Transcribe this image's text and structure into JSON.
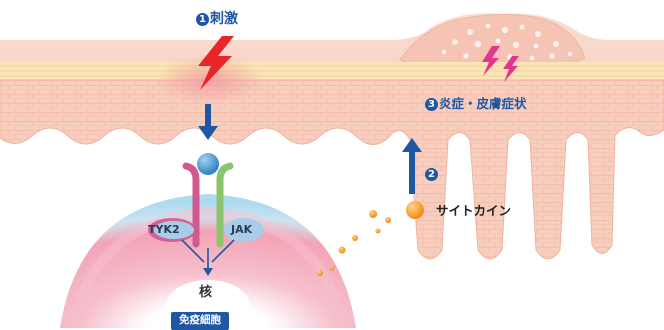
{
  "labels": {
    "stimulus_number": "1",
    "stimulus": "刺激",
    "cytokine_to_symptom_number": "2",
    "symptom_number": "3",
    "symptom": "炎症・皮膚症状",
    "cytokine": "サイトカイン",
    "tyk2": "TYK2",
    "jak": "JAK",
    "nucleus": "核",
    "immune_cell": "免疫細胞"
  },
  "colors": {
    "skin_top": "#f8d4c2",
    "skin_band": "#fae5b8",
    "epidermis": "#f7cdbd",
    "accent_blue": "#1f57a5",
    "lightning_red": "#e8262a",
    "lightning_magenta": "#e4358e",
    "cytokine_orange": "#f39420",
    "receptor_pink": "#cf5a90",
    "receptor_green": "#8cc36d",
    "ligand_blue": "#4a9bd8",
    "cell_pink": "#f2a9b9",
    "cell_blue": "#a6d9ef"
  },
  "icons": {
    "stimulus": "lightning-bolt-icon",
    "symptom": "double-lightning-icon"
  }
}
